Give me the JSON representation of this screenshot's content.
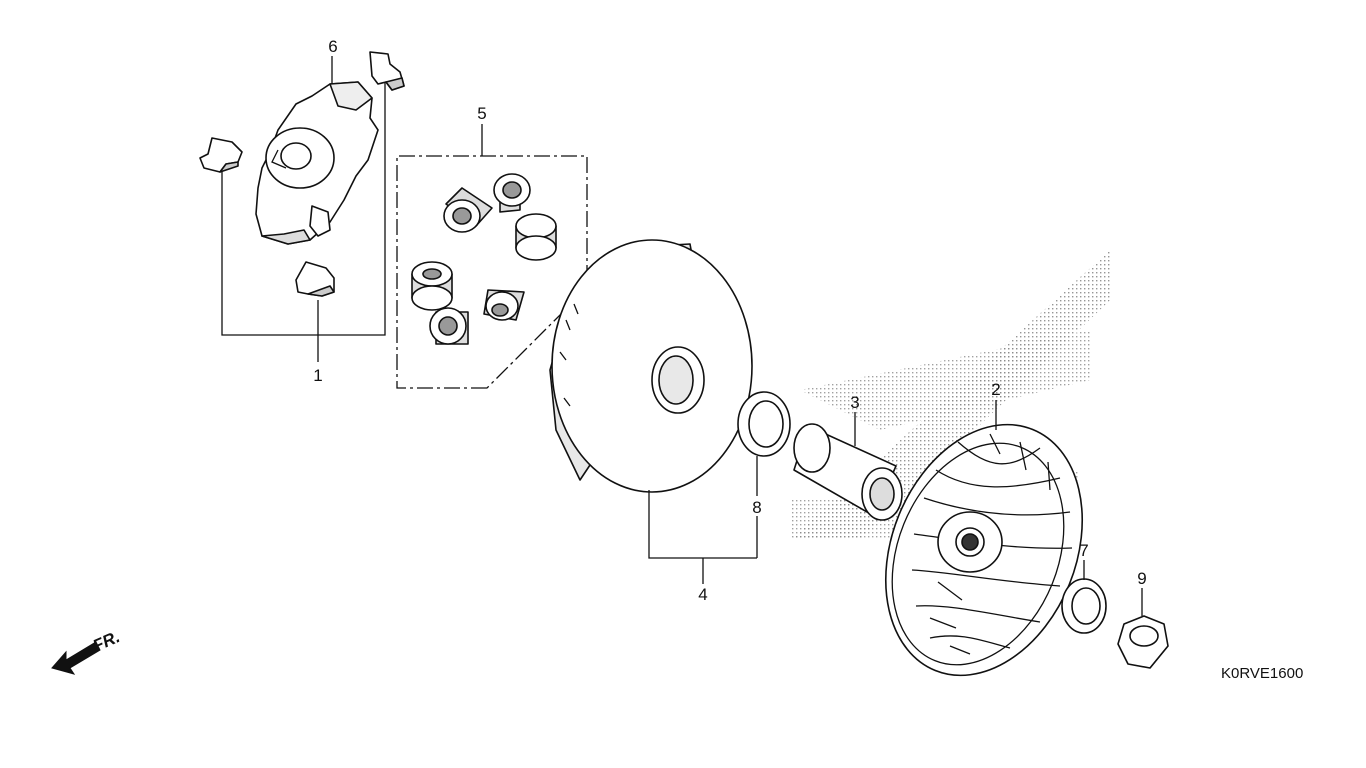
{
  "callouts": {
    "c1": "1",
    "c2": "2",
    "c3": "3",
    "c4": "4",
    "c5": "5",
    "c6": "6",
    "c7": "7",
    "c8": "8",
    "c9": "9"
  },
  "direction": {
    "label": "FR."
  },
  "diagram_code": "K0RVE1600",
  "colors": {
    "line": "#111111",
    "fill": "#ffffff",
    "shade": "#c8c8c8",
    "stipple": "#9a9a9a"
  }
}
